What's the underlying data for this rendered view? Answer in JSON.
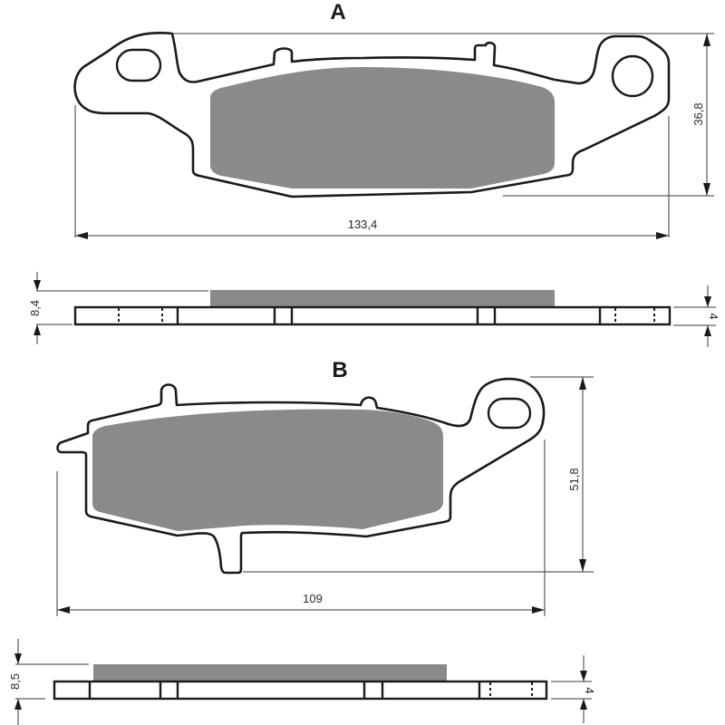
{
  "diagram": {
    "subject": "Brake pad technical drawing",
    "colors": {
      "friction_material": "#8a8a8a",
      "outline": "#1a1a1a",
      "dimension_line": "#3a3a3a",
      "background": "#ffffff"
    }
  },
  "pad_a": {
    "label": "A",
    "width_dim": "133,4",
    "height_dim": "36,8",
    "side_view": {
      "total_thickness_dim": "8,4",
      "backplate_thickness_dim": "4"
    }
  },
  "pad_b": {
    "label": "B",
    "width_dim": "109",
    "height_dim": "51,8",
    "side_view": {
      "total_thickness_dim": "8,5",
      "backplate_thickness_dim": "4"
    }
  }
}
